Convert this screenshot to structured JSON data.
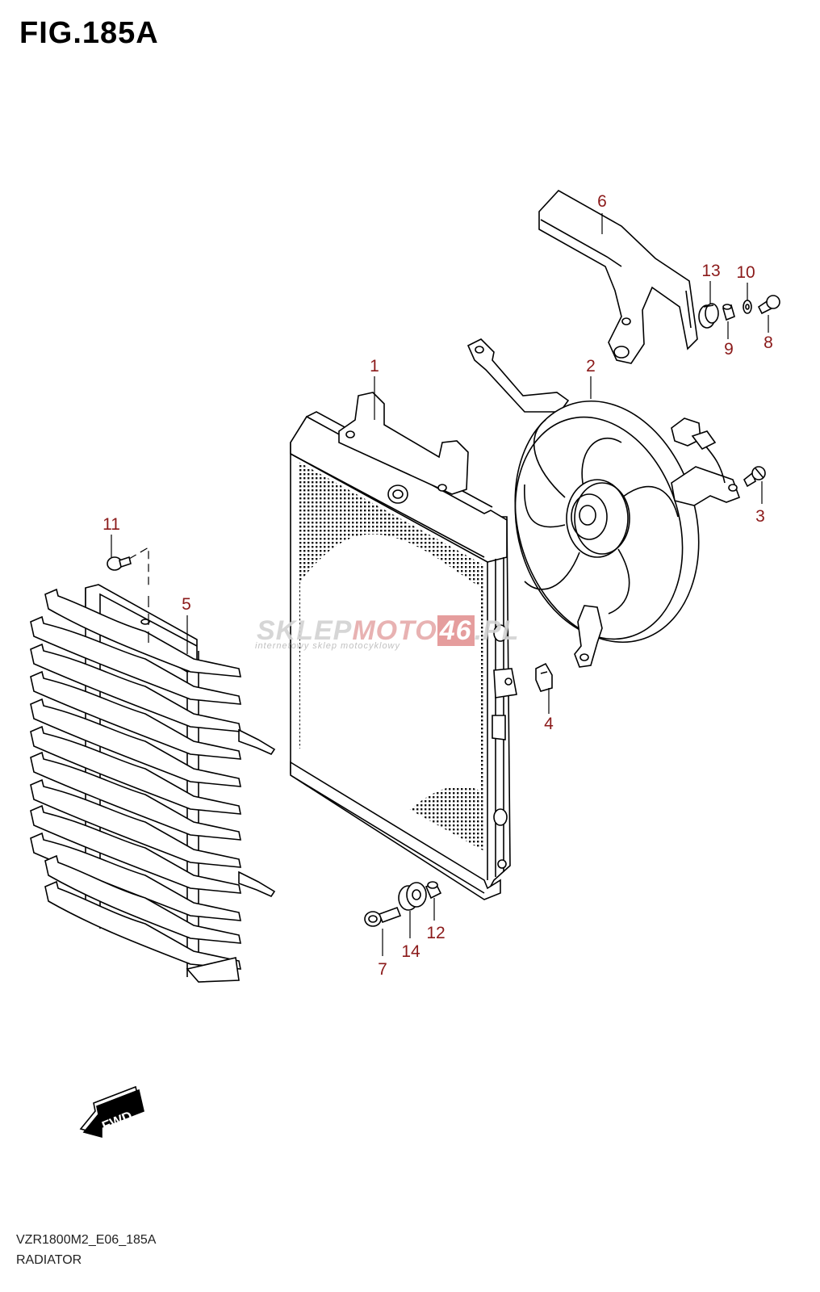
{
  "figure": {
    "title": "FIG.185A",
    "model_code": "VZR1800M2_E06_185A",
    "assembly_name": "RADIATOR"
  },
  "watermark": {
    "brand_part1": "SKLEP",
    "brand_part2": "MOTO",
    "brand_part3": "46",
    "brand_part4": ".PL",
    "tagline": "internetowy sklep motocyklowy"
  },
  "fwd_label": "FWD",
  "colors": {
    "callout": "#8b1a1a",
    "line": "#000000"
  },
  "parts": [
    {
      "ref": "1",
      "part": "radiator"
    },
    {
      "ref": "2",
      "part": "cooling-fan"
    },
    {
      "ref": "3",
      "part": "fan-bolt"
    },
    {
      "ref": "4",
      "part": "clip-nut"
    },
    {
      "ref": "5",
      "part": "radiator-grille"
    },
    {
      "ref": "6",
      "part": "radiator-bracket"
    },
    {
      "ref": "7",
      "part": "bolt"
    },
    {
      "ref": "8",
      "part": "bolt"
    },
    {
      "ref": "9",
      "part": "spacer"
    },
    {
      "ref": "10",
      "part": "washer"
    },
    {
      "ref": "11",
      "part": "screw"
    },
    {
      "ref": "12",
      "part": "spacer"
    },
    {
      "ref": "13",
      "part": "cushion"
    },
    {
      "ref": "14",
      "part": "cushion"
    }
  ]
}
